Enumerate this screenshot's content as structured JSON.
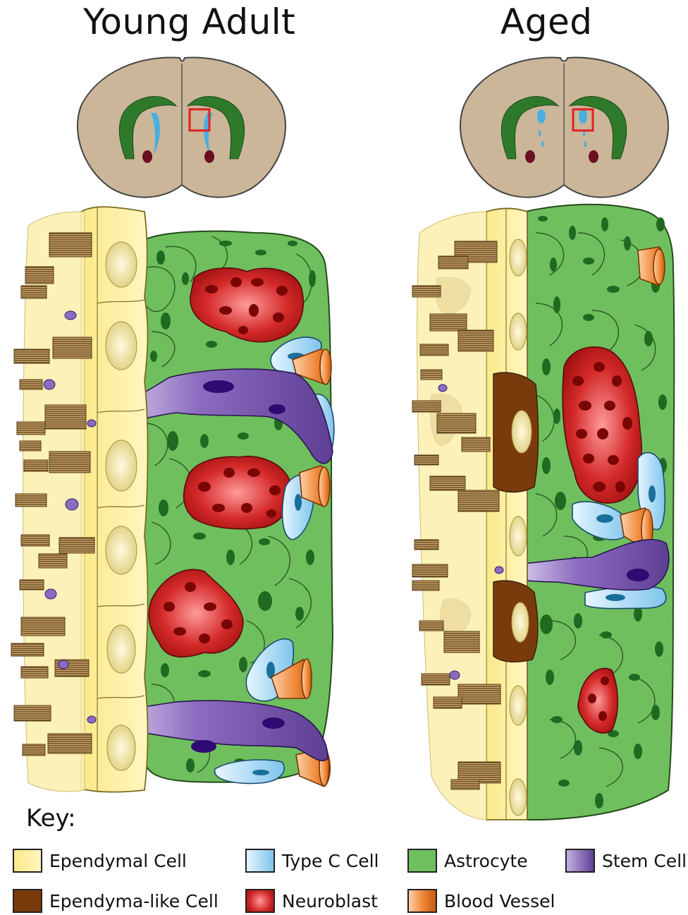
{
  "titles": {
    "left": "Young Adult",
    "right": "Aged"
  },
  "key": {
    "title": "Key:",
    "items": [
      {
        "label": "Ependymal Cell",
        "color": "#fdf3a6"
      },
      {
        "label": "Type C Cell",
        "color": "#8fd0f0"
      },
      {
        "label": "Astrocyte",
        "color": "#6fbf5e"
      },
      {
        "label": "Stem Cell",
        "color": "#7b5aa6"
      },
      {
        "label": "Ependyma-like Cell",
        "color": "#7a3b0c"
      },
      {
        "label": "Neuroblast",
        "color": "#d42a2a"
      },
      {
        "label": "Blood Vessel",
        "color": "#f08a3a"
      }
    ]
  },
  "colors": {
    "brain_tissue": "#cbb69a",
    "white_matter": "#2e7a2a",
    "ventricle": "#4ab0e0",
    "highlight_box": "#e02020",
    "cilia": "#8a6a3c",
    "nucleus_astro": "#1f6a20"
  }
}
